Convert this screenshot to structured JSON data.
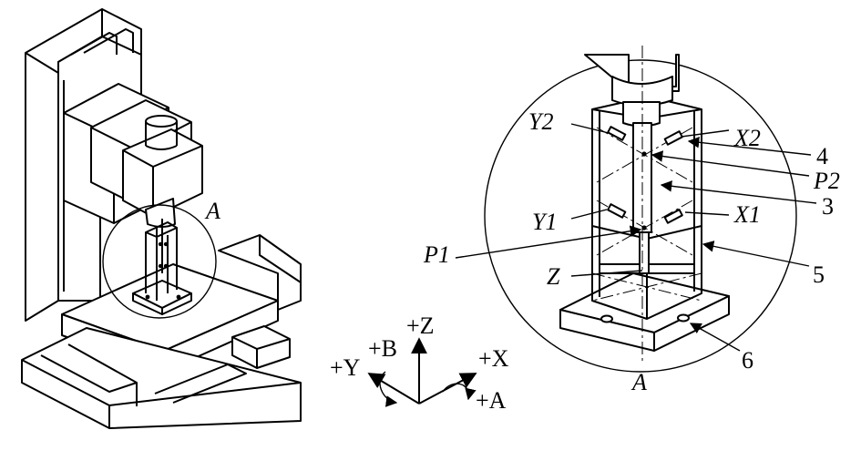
{
  "labels": {
    "detail_callout": "A",
    "detail_title": "A",
    "y2": "Y2",
    "x2": "X2",
    "n4": "4",
    "p2": "P2",
    "n3": "3",
    "y1": "Y1",
    "x1": "X1",
    "p1": "P1",
    "n5": "5",
    "z": "Z",
    "n6": "6"
  },
  "axes": {
    "pz": "+Z",
    "pb": "+B",
    "py": "+Y",
    "px": "+X",
    "pa": "+A"
  },
  "colors": {
    "line": "#000000",
    "background": "#ffffff"
  }
}
